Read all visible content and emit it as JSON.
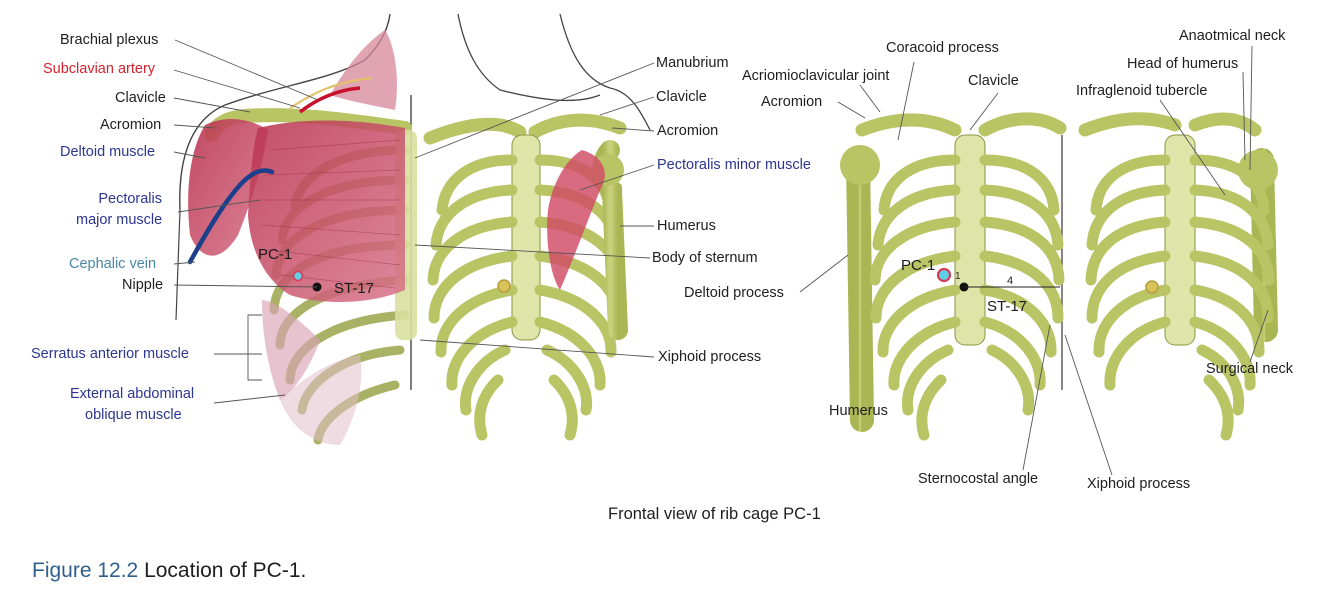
{
  "colors": {
    "bone": "#b9c465",
    "bone_light": "#dfe5a8",
    "bone_outline": "#6f7a2b",
    "muscle": "#c2455f",
    "muscle_light": "#e28a9c",
    "label_red": "#d4232e",
    "label_navy": "#2d3590",
    "label_teal": "#4a86a6",
    "figure_number": "#2f5f8f"
  },
  "panel_left": {
    "labels": {
      "brachial_plexus": "Brachial plexus",
      "subclavian_artery": "Subclavian artery",
      "clavicle": "Clavicle",
      "acromion": "Acromion",
      "deltoid_muscle": "Deltoid muscle",
      "pectoralis_major_1": "Pectoralis",
      "pectoralis_major_2": "major muscle",
      "cephalic_vein": "Cephalic vein",
      "nipple": "Nipple",
      "serratus_anterior": "Serratus anterior muscle",
      "ext_oblique_1": "External abdominal",
      "ext_oblique_2": "oblique muscle",
      "manubrium": "Manubrium",
      "clavicle_right": "Clavicle",
      "acromion_right": "Acromion",
      "pectoralis_minor": "Pectoralis minor muscle",
      "humerus": "Humerus",
      "body_of_sternum": "Body of sternum",
      "xiphoid_process": "Xiphoid process",
      "pc1": "PC-1",
      "st17": "ST-17"
    }
  },
  "panel_right": {
    "labels": {
      "coracoid_process": "Coracoid process",
      "acromioclavicular_joint": "Acriomioclavicular joint",
      "acromion": "Acromion",
      "clavicle": "Clavicle",
      "anatomical_neck": "Anaotmical neck",
      "head_of_humerus": "Head of humerus",
      "infraglenoid_tubercle": "Infraglenoid tubercle",
      "deltoid_process": "Deltoid process",
      "humerus": "Humerus",
      "surgical_neck": "Surgical neck",
      "sternocostal_angle": "Sternocostal angle",
      "xiphoid_process": "Xiphoid process",
      "pc1": "PC-1",
      "st17": "ST-17",
      "dist_1": "1",
      "dist_4": "4"
    }
  },
  "caption": "Frontal view of rib cage PC-1",
  "figure": {
    "number": "Figure 12.2",
    "title": "Location of PC-1."
  }
}
